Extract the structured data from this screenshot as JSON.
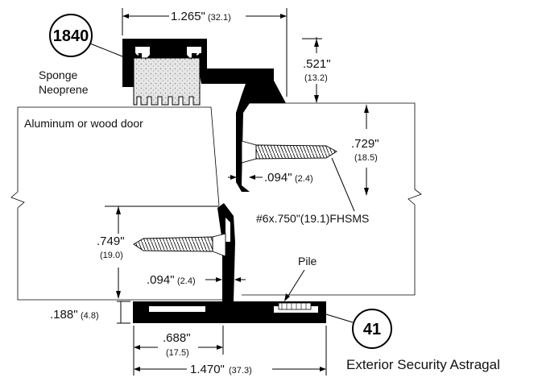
{
  "badges": {
    "top": "1840",
    "bottom": "41"
  },
  "labels": {
    "sponge_line1": "Sponge",
    "sponge_line2": "Neoprene",
    "door": "Aluminum or wood door",
    "screw": "#6x.750\"(19.1)FHSMS",
    "pile": "Pile",
    "title": "Exterior Security Astragal"
  },
  "dimensions": {
    "top_width_in": "1.265\"",
    "top_width_mm": "(32.1)",
    "height_top_in": ".521\"",
    "height_top_mm": "(13.2)",
    "screw_right_in": ".729\"",
    "screw_right_mm": "(18.5)",
    "thick_right_in": ".094\"",
    "thick_right_mm": "(2.4)",
    "screw_left_in": ".749\"",
    "screw_left_mm": "(19.0)",
    "thick_left_in": ".094\"",
    "thick_left_mm": "(2.4)",
    "base_height_in": ".188\"",
    "base_height_mm": "(4.8)",
    "flange_in": ".688\"",
    "flange_mm": "(17.5)",
    "total_width_in": "1.470\"",
    "total_width_mm": "(37.3)"
  }
}
